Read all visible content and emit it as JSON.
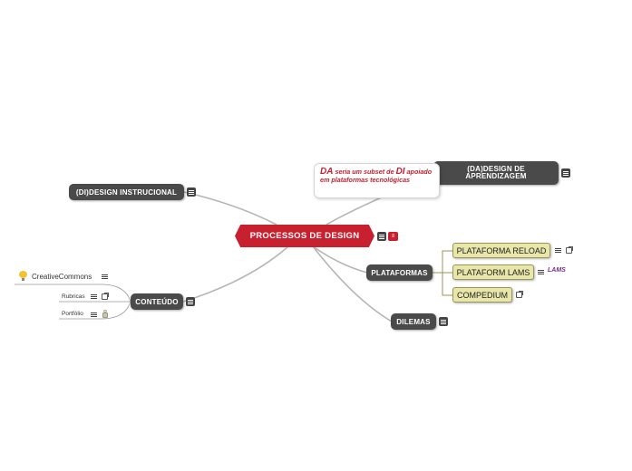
{
  "central": {
    "label": "PROCESSOS DE DESIGN",
    "badge": "≡"
  },
  "branches": {
    "di": "(DI)DESIGN INSTRUCIONAL",
    "da": "(DA)DESIGN DE APRENDIZAGEM",
    "plataformas": "PLATAFORMAS",
    "conteudo": "CONTEÚDO",
    "dilemas": "DILEMAS"
  },
  "note": {
    "part1": "DA",
    "part2": " seria um subset de ",
    "part3": "DI",
    "part4": " apoiado em plataformas tecnológicas"
  },
  "plataformas_children": [
    "PLATAFORMA RELOAD",
    "PLATAFORM LAMS",
    "COMPEDIUM"
  ],
  "lams_logo": "LAMS",
  "conteudo_children": [
    "CreativeCommons",
    "Rubricas",
    "Portfólio"
  ],
  "colors": {
    "central": "#c8202e",
    "topic": "#4a4a4a",
    "subtopic": "#e9e6aa",
    "note_text": "#c8202e",
    "connector": "#b5b5b5"
  }
}
